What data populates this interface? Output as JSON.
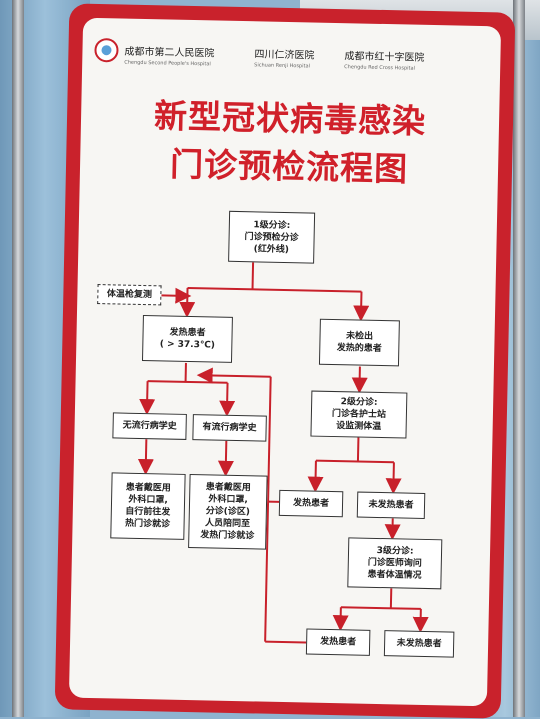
{
  "hospitals": [
    {
      "name_cn": "成都市第二人民医院",
      "name_en": "Chengdu Second People's Hospital"
    },
    {
      "name_cn": "四川仁济医院",
      "name_en": "Sichuan Renji Hospital"
    },
    {
      "name_cn": "成都市红十字医院",
      "name_en": "Chengdu Red Cross Hospital"
    }
  ],
  "title": {
    "line1": "新型冠状病毒感染",
    "line2": "门诊预检流程图"
  },
  "flow": {
    "level1": "1级分诊:\n门诊预检分诊\n(红外线)",
    "recheck": "体温枪复测",
    "fever": "发热患者\n( > 37.3℃)",
    "not_detected": "未检出\n发热的患者",
    "level2": "2级分诊:\n门诊各护士站\n设监测体温",
    "no_epi": "无流行病学史",
    "has_epi": "有流行病学史",
    "no_epi_action": "患者戴医用\n外科口罩,\n自行前往发\n热门诊就诊",
    "has_epi_action": "患者戴医用\n外科口罩,\n分诊(诊区)\n人员陪同至\n发热门诊就诊",
    "l2_fever": "发热患者",
    "l2_no_fever": "未发热患者",
    "level3": "3级分诊:\n门诊医师询问\n患者体温情况",
    "l3_fever": "发热患者",
    "l3_no_fever": "未发热患者"
  },
  "colors": {
    "poster_red": "#c9222c",
    "title_red": "#d0202a",
    "arrow_red": "#c8202a",
    "curtain_blue": "#8fb3cf"
  }
}
